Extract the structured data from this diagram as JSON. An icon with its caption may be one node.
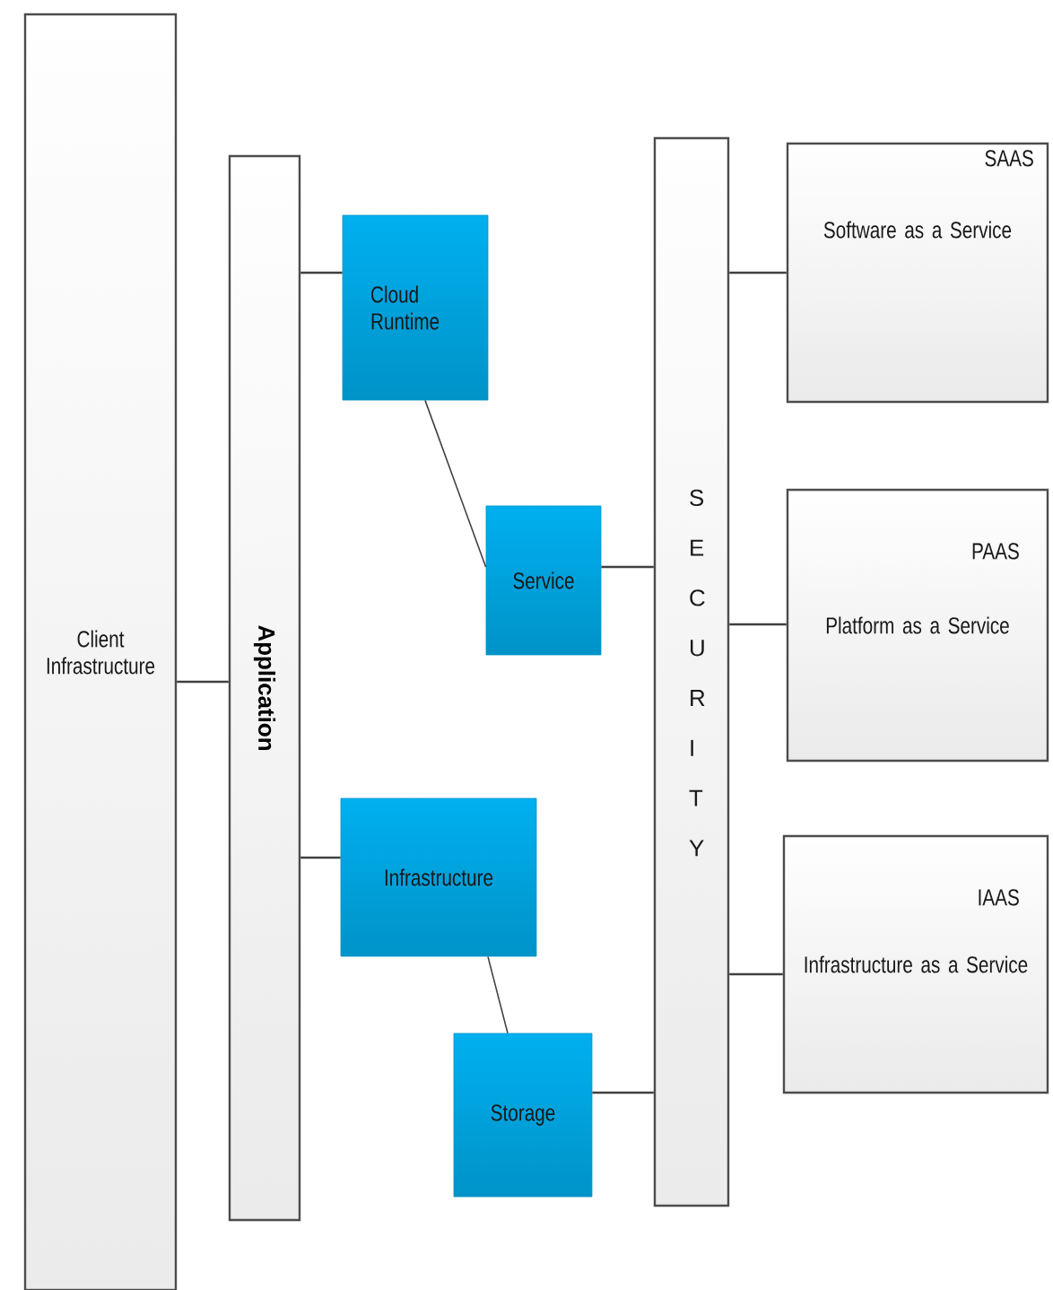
{
  "diagram": {
    "nodes": [
      {
        "text": [
          "Client Infrastructure"
        ]
      },
      {
        "text": [
          "Application"
        ]
      },
      {
        "text": [
          "Cloud Runtime"
        ]
      },
      {
        "text": [
          "Service"
        ]
      },
      {
        "text": [
          "Infrastructure"
        ]
      },
      {
        "text": [
          "Storage"
        ]
      },
      {
        "text": [
          "SECURITY"
        ]
      },
      {
        "text": [
          "SAAS",
          "Software as a Service"
        ]
      },
      {
        "text": [
          "PAAS",
          "Platform as a Service"
        ]
      },
      {
        "text": [
          "IAAS",
          "Infrastructure as a Service"
        ]
      }
    ],
    "edges": [
      {
        "from": 0,
        "to": 1,
        "arrow": "none"
      },
      {
        "from": 1,
        "to": 2,
        "arrow": "none"
      },
      {
        "from": 2,
        "to": 3,
        "arrow": "none"
      },
      {
        "from": 3,
        "to": 6,
        "arrow": "none"
      },
      {
        "from": 1,
        "to": 4,
        "arrow": "none"
      },
      {
        "from": 4,
        "to": 5,
        "arrow": "none"
      },
      {
        "from": 5,
        "to": 6,
        "arrow": "none"
      },
      {
        "from": 6,
        "to": 7,
        "arrow": "none"
      },
      {
        "from": 6,
        "to": 8,
        "arrow": "none"
      },
      {
        "from": 6,
        "to": 9,
        "arrow": "none"
      }
    ]
  }
}
